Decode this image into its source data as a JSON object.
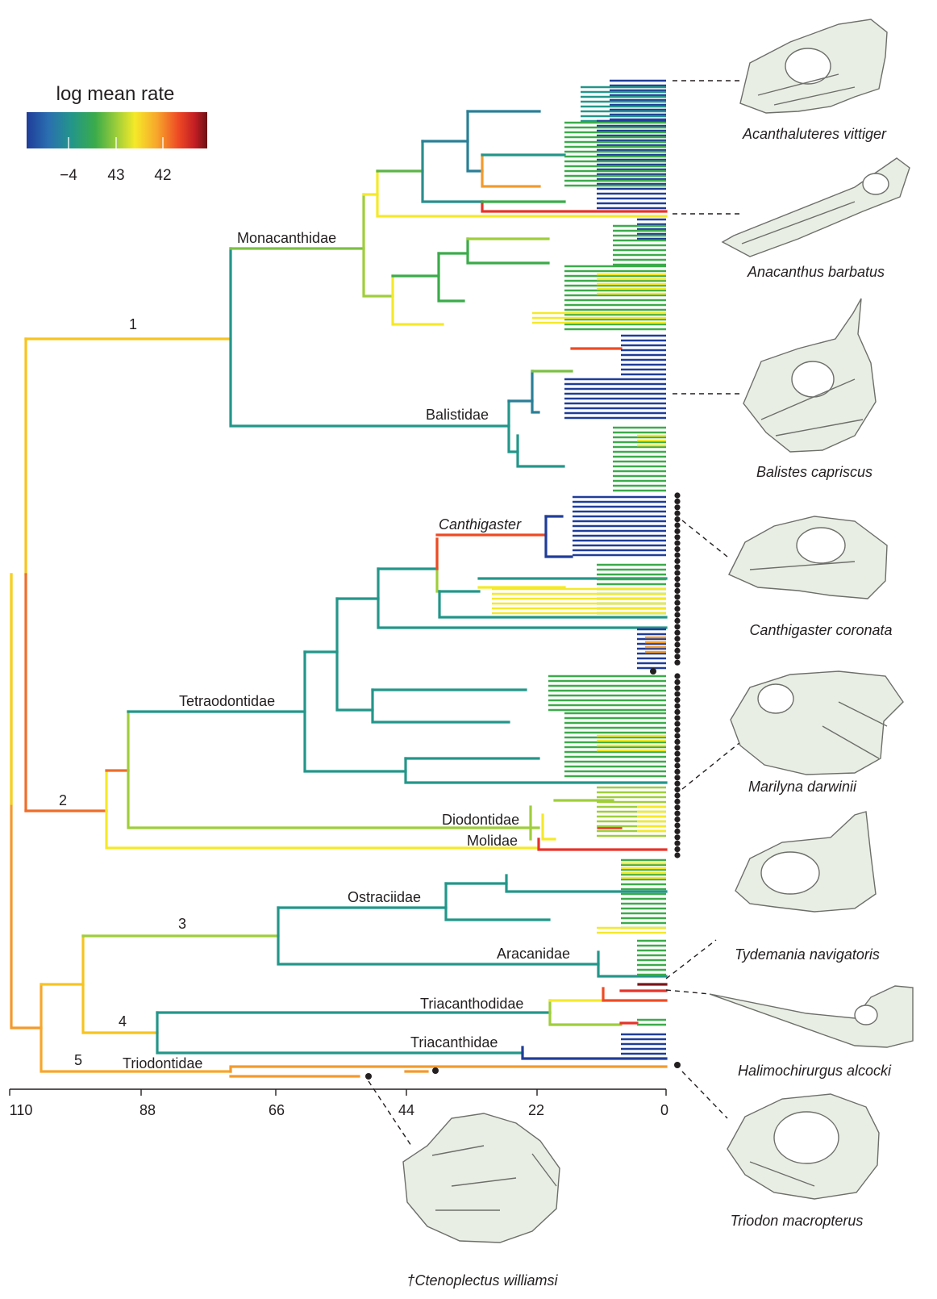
{
  "legend": {
    "title": "log mean rate",
    "ticks": [
      "−4",
      "43",
      "42"
    ],
    "gradient": [
      "#1f3d99",
      "#2a6fb0",
      "#23968a",
      "#3bab4a",
      "#9fce3a",
      "#f5e928",
      "#f7a72b",
      "#ee4a24",
      "#c41e24",
      "#6b1214"
    ]
  },
  "axis": {
    "ticks": [
      "110",
      "88",
      "66",
      "44",
      "22",
      "0"
    ]
  },
  "clades": {
    "monacanthidae": "Monacanthidae",
    "balistidae": "Balistidae",
    "canthigaster": "Canthigaster",
    "tetraodontidae": "Tetraodontidae",
    "diodontidae": "Diodontidae",
    "molidae": "Molidae",
    "ostraciidae": "Ostraciidae",
    "aracanidae": "Aracanidae",
    "triacanthodidae": "Triacanthodidae",
    "triacanthidae": "Triacanthidae",
    "triodontidae": "Triodontidae"
  },
  "branch_numbers": [
    "1",
    "2",
    "3",
    "4",
    "5"
  ],
  "species": [
    {
      "name": "Acanthaluteres vittiger",
      "icon": "skull-3d-render"
    },
    {
      "name": "Anacanthus barbatus",
      "icon": "skull-3d-render"
    },
    {
      "name": "Balistes capriscus",
      "icon": "skull-3d-render"
    },
    {
      "name": "Canthigaster coronata",
      "icon": "skull-3d-render"
    },
    {
      "name": "Marilyna darwinii",
      "icon": "skull-3d-render"
    },
    {
      "name": "Tydemania navigatoris",
      "icon": "skull-3d-render"
    },
    {
      "name": "Halimochirurgus alcocki",
      "icon": "skull-3d-render"
    },
    {
      "name": "Triodon macropterus",
      "icon": "skull-3d-render"
    },
    {
      "name": "†Ctenoplectus williamsi",
      "icon": "fossil-skull-render"
    }
  ],
  "colors": {
    "blue": "#1f3d99",
    "teal": "#23968a",
    "green": "#3bab4a",
    "lime": "#9fce3a",
    "yellow": "#f5e928",
    "gold": "#f7c41f",
    "orange": "#f39a2c",
    "red": "#e6332a",
    "darkred": "#7a1418",
    "marker": "#231f20"
  }
}
